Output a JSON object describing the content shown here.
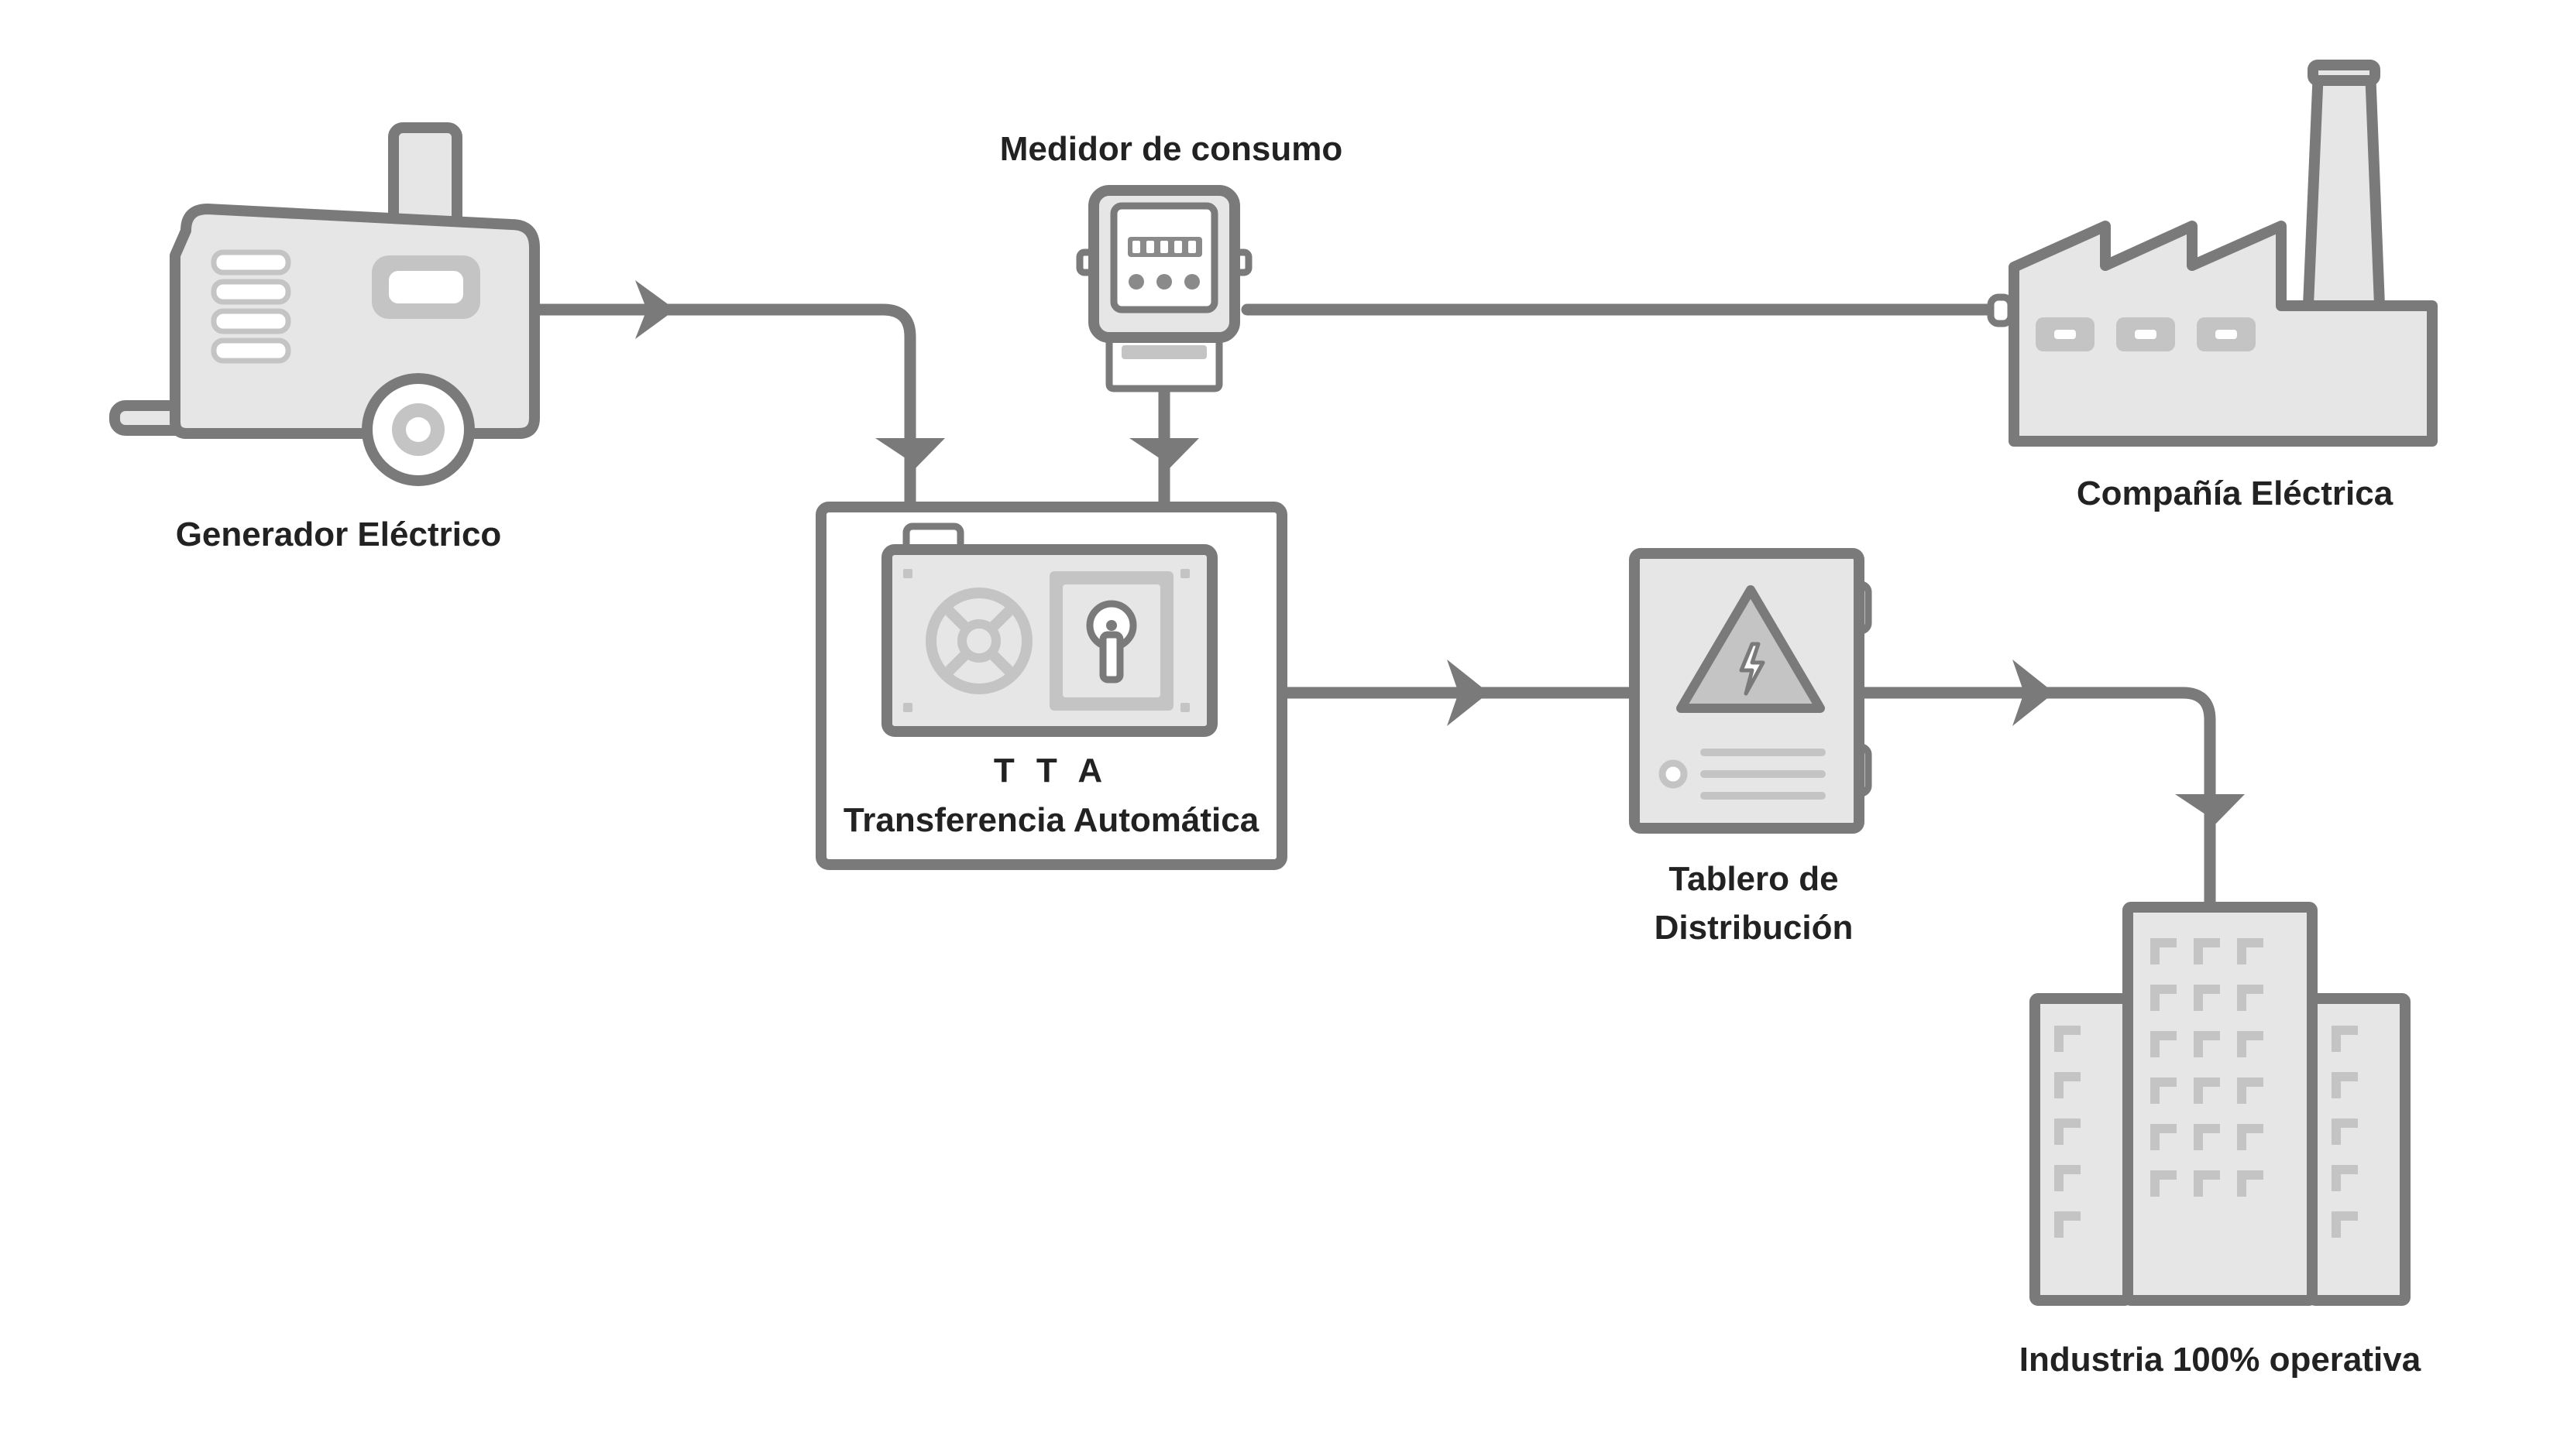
{
  "diagram": {
    "nodes": {
      "generator": {
        "label": "Generador Eléctrico"
      },
      "meter": {
        "label": "Medidor de consumo"
      },
      "utility": {
        "label": "Compañía Eléctrica"
      },
      "ats": {
        "label_line1": "T T A",
        "label_line2": "Transferencia Automática"
      },
      "distribution_board": {
        "label_line1": "Tablero de",
        "label_line2": "Distribución"
      },
      "industry": {
        "label": "Industria 100% operativa"
      }
    },
    "connections": [
      {
        "from": "generator",
        "to": "ats"
      },
      {
        "from": "utility",
        "to": "meter"
      },
      {
        "from": "meter",
        "to": "ats"
      },
      {
        "from": "ats",
        "to": "distribution_board"
      },
      {
        "from": "distribution_board",
        "to": "industry"
      }
    ],
    "colors": {
      "line": "#7a7a7a",
      "icon_fill": "#e6e6e7",
      "icon_detail": "#c4c4c4",
      "text": "#222222",
      "background": "#ffffff"
    },
    "icons": {
      "generator": "generator-trailer-icon",
      "meter": "electric-meter-icon",
      "utility": "factory-icon",
      "ats": "transfer-switch-icon",
      "distribution_board": "electrical-panel-icon",
      "industry": "office-buildings-icon"
    }
  }
}
